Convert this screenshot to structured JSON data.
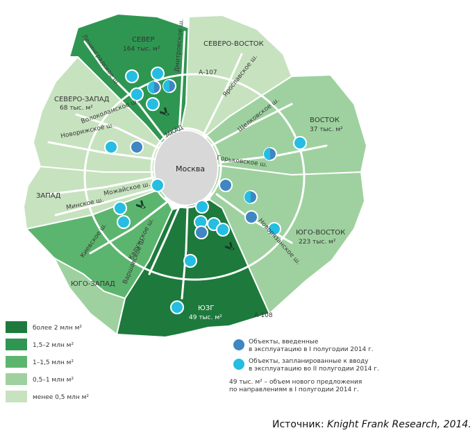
{
  "colors": {
    "over2": "#1d7a3c",
    "from15to2": "#2f9651",
    "from1to15": "#5cb56e",
    "from05to1": "#9ed19f",
    "under05": "#c7e2bf",
    "city": "#d8d8d8",
    "q1": "#3f86c2",
    "q2": "#25bde2"
  },
  "regions": {
    "north": {
      "name": "СЕВЕР",
      "sub": "164 тыс. м²"
    },
    "north_east": {
      "name": "СЕВЕРО-ВОСТОК"
    },
    "north_west": {
      "name": "СЕВЕРО-ЗАПАД",
      "sub": "68 тыс. м²"
    },
    "east": {
      "name": "ВОСТОК",
      "sub": "37 тыс. м²"
    },
    "west": {
      "name": "ЗАПАД"
    },
    "south_east": {
      "name": "ЮГО-ВОСТОК",
      "sub": "223 тыс. м²"
    },
    "south_west": {
      "name": "ЮГО-ЗАПАД"
    },
    "south": {
      "name": "ЮЗГ",
      "sub": "49 тыс. м²"
    }
  },
  "city_label": "Москва",
  "roads": {
    "leningradskoe": "Ленинградское ш.",
    "dmitrovskoe": "Дмитровское ш.",
    "a107": "А-107",
    "yaroslavskoe": "Ярославское ш.",
    "schelkovskoe": "Щелковское ш.",
    "volokolamskoe": "Волоколамское ш.",
    "novorizhskoe": "Новорижское ш.",
    "gorkovskoe": "Горьковское ш.",
    "mozhayskoe": "Можайское ш.",
    "minskoe": "Минское ш.",
    "novoryazanskoe": "Новорязанское ш.",
    "kievskoe": "Киевское ш.",
    "kaluzhskoe": "Калужское ш.",
    "varshavskoe": "Варшавское ш.",
    "mkad": "МКАД",
    "a108": "А-108"
  },
  "legend": {
    "items": [
      {
        "label": "более 2 млн м²",
        "color": "#1d7a3c"
      },
      {
        "label": "1,5–2 млн м²",
        "color": "#2f9651"
      },
      {
        "label": "1–1,5 млн м²",
        "color": "#5cb56e"
      },
      {
        "label": "0,5–1 млн м²",
        "color": "#9ed19f"
      },
      {
        "label": "менее 0,5 млн м²",
        "color": "#c7e2bf"
      }
    ]
  },
  "markers_legend": {
    "q1_line1": "Объекты, введенные",
    "q1_line2": "в эксплуатацию в I полугодии 2014 г.",
    "q2_line1": "Объекты, запланированные к вводу",
    "q2_line2": "в эксплуатацию во II полугодии 2014 г.",
    "note_line1": "49 тыс. м² – объем нового предложения",
    "note_line2": "по направлениям в I полугодии 2014 г."
  },
  "source": {
    "prefix": "Источник: ",
    "name": "Knight Frank Research, 2014."
  }
}
